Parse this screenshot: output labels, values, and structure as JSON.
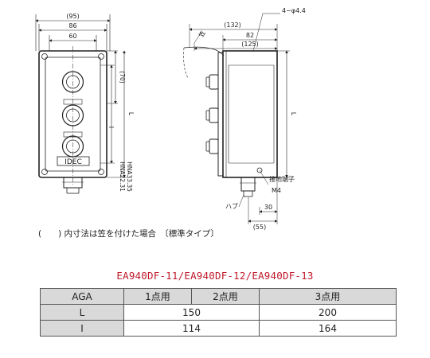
{
  "drawing": {
    "front": {
      "width_outer": "(95)",
      "width_86": "86",
      "width_60": "60",
      "height_70": "(70)",
      "height_L": "L",
      "height_I": "I",
      "brand": "IDEC",
      "conduit_a": "HNA22.31",
      "conduit_b": "HNA33.35"
    },
    "side": {
      "depth_outer": "(132)",
      "depth_82": "82",
      "depth_125": "(125)",
      "holes": "4−φ4.4",
      "kasa": "笠",
      "height_L": "L",
      "ground_terminal": "接地端子",
      "ground_size": "M4",
      "hub": "ハブ",
      "offset_30": "30",
      "offset_55": "(55)"
    }
  },
  "note": "(　　) 内寸法は笠を付けた場合　〔標準タイプ〕",
  "model_title": "EA940DF-11/EA940DF-12/EA940DF-13",
  "table": {
    "headers": [
      "AGA",
      "1点用",
      "2点用",
      "3点用"
    ],
    "rows": [
      {
        "label": "L",
        "value_12": "150",
        "value_3": "200"
      },
      {
        "label": "I",
        "value_12": "114",
        "value_3": "164"
      }
    ]
  }
}
